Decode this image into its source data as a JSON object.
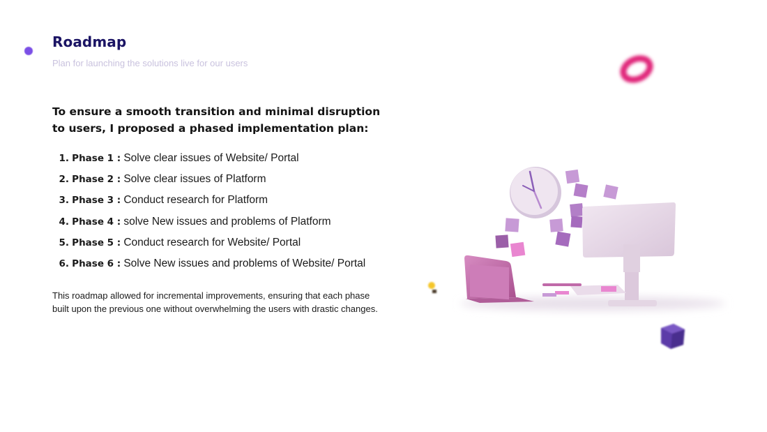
{
  "header": {
    "title": "Roadmap",
    "subtitle": "Plan for launching the solutions live for our users"
  },
  "intro": "To ensure a smooth transition and minimal disruption to users, I proposed a phased implementation plan:",
  "phases": [
    {
      "number": "1.",
      "name": "Phase 1 :",
      "description": "Solve clear issues of Website/ Portal"
    },
    {
      "number": "2.",
      "name": "Phase 2 :",
      "description": "Solve clear issues of Platform"
    },
    {
      "number": "3.",
      "name": "Phase 3 :",
      "description": "Conduct research for Platform"
    },
    {
      "number": "4.",
      "name": "Phase 4 :",
      "description": "solve New issues and problems of Platform"
    },
    {
      "number": "5.",
      "name": "Phase 5 :",
      "description": "Conduct research for Website/ Portal"
    },
    {
      "number": "6.",
      "name": "Phase 6 :",
      "description": "Solve New issues and problems of Website/ Portal"
    }
  ],
  "closing": "This roadmap allowed for incremental improvements, ensuring that each phase built upon the previous one without overwhelming the users with drastic changes.",
  "colors": {
    "title": "#1b1464",
    "subtitle": "#c9c2de",
    "accent_dot": "#7b4fe6",
    "ring": "#e0287a",
    "cube": "#5b3aa8",
    "sticky_notes": "#c79ad6",
    "monitor": "#e9dcea",
    "tablet": "#c06aa9"
  },
  "illustration": {
    "icons": [
      "clock-icon",
      "monitor-icon",
      "tablet-icon",
      "sticky-notes",
      "pink-ring",
      "purple-cube",
      "lightbulb-icon"
    ]
  }
}
